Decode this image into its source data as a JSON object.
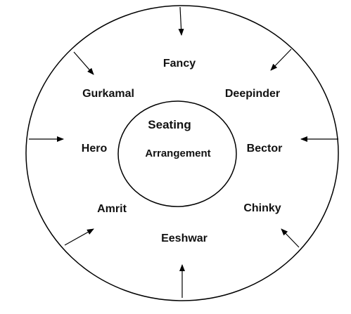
{
  "center": {
    "line1": "Seating",
    "line2": "Arrangement"
  },
  "people": [
    {
      "id": "fancy",
      "name": "Fancy"
    },
    {
      "id": "deepinder",
      "name": "Deepinder"
    },
    {
      "id": "bector",
      "name": "Bector"
    },
    {
      "id": "chinky",
      "name": "Chinky"
    },
    {
      "id": "eeshwar",
      "name": "Eeshwar"
    },
    {
      "id": "amrit",
      "name": "Amrit"
    },
    {
      "id": "hero",
      "name": "Hero"
    },
    {
      "id": "gurkamal",
      "name": "Gurkamal"
    }
  ]
}
